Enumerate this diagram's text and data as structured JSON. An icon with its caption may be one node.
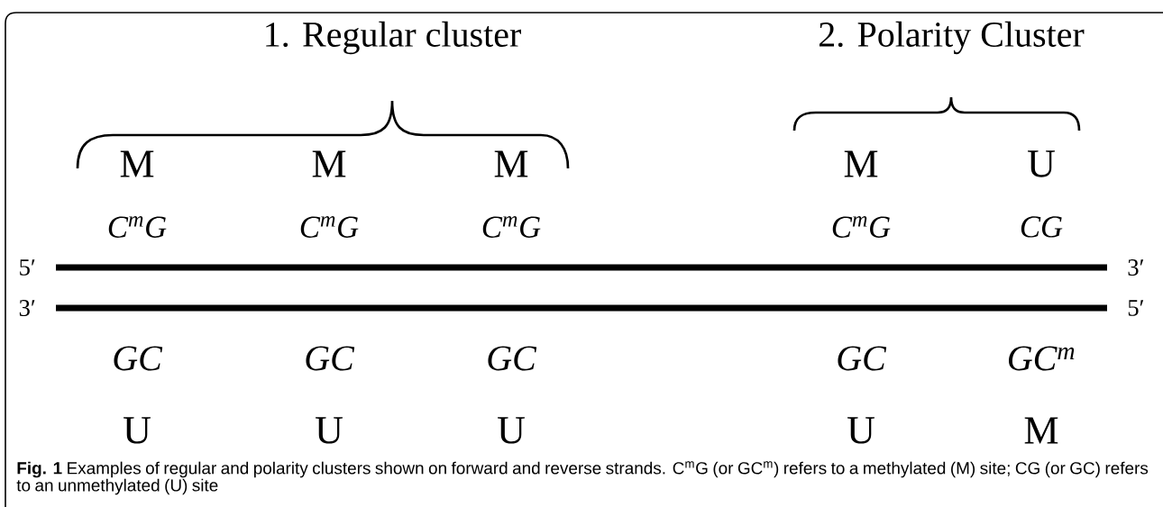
{
  "diagram": {
    "caption": "**Fig. 1** Examples of regular and polarity clusters shown on forward and reverse strands. C$^{m}$G (or GC$^{m}$) refers to a methylated (M) site; CG (or GC) refers to an unmethylated (U) site",
    "labels": [
      "1. Regular cluster",
      "2. Polarity Cluster",
      "M",
      "M",
      "M",
      "M",
      "U",
      "C$^{m}$G",
      "C$^{m}$G",
      "C$^{m}$G",
      "C$^{m}$G",
      "CG",
      "5′",
      "3′",
      "3′",
      "5′",
      "GC",
      "GC",
      "GC",
      "GC",
      "GC$^{m}$",
      "U",
      "U",
      "U",
      "U",
      "M"
    ]
  }
}
